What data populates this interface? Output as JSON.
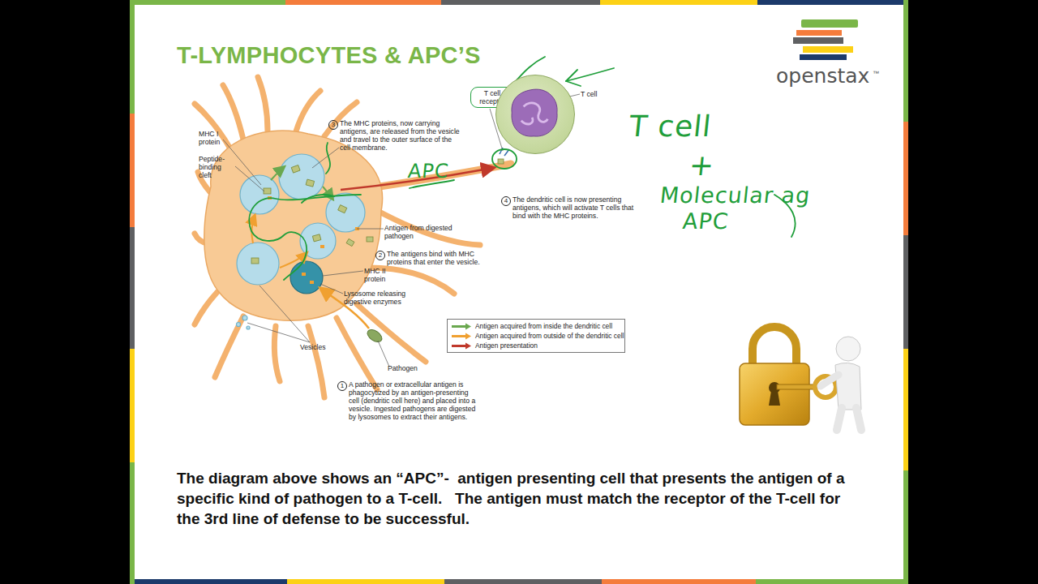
{
  "diagram": {
    "title": "T-LYMPHOCYTES & APC’S",
    "caption": "The diagram above shows an “APC”-  antigen presenting cell that presents the antigen of a specific kind of pathogen to a T-cell.   The antigen must match the receptor of the T-cell for the 3rd line of defense to be successful.",
    "nodes": [
      {
        "text": [
          "T cell"
        ]
      }
    ],
    "labels": [
      "MHC I protein",
      "Peptide-binding cleft",
      "3",
      "The MHC proteins, now carrying antigens, are released from the vesicle and travel to the outer surface of the cell membrane.",
      "T cell receptor",
      "APC",
      "Antigen from digested pathogen",
      "2",
      "The antigens bind with MHC proteins that enter the vesicle.",
      "4",
      "The dendritic cell is now presenting antigens, which will activate T cells that bind with the MHC proteins.",
      "MHC II protein",
      "Lysosome releasing digestive enzymes",
      "Vesicles",
      "Pathogen",
      "1",
      "A pathogen or extracellular antigen is phagocytized by an antigen-presenting cell (dendritic cell here) and placed into a vesicle. Ingested pathogens are digested by lysosomes to extract their antigens.",
      "T cell",
      "+",
      "Molecular ag",
      "APC",
      "openstax",
      "™"
    ],
    "legend": [
      {
        "text": "Antigen acquired from inside the dendritic cell"
      },
      {
        "text": "Antigen acquired from outside of the dendritic cell"
      },
      {
        "text": "Antigen presentation"
      }
    ]
  }
}
